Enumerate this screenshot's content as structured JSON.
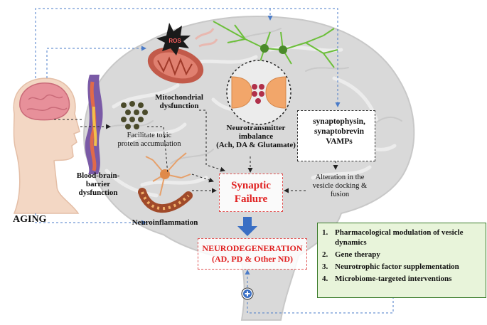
{
  "labels": {
    "aging": "AGING",
    "ros": "ROS",
    "mito_line1": "Mitochondrial",
    "mito_line2": "dysfunction",
    "toxic_line1": "Facilitate toxic",
    "toxic_line2": "protein accumulation",
    "bbb_line1": "Blood-brain-",
    "bbb_line2": "barrier",
    "bbb_line3": "dysfunction",
    "neuroinflammation": "Neuroinflammation",
    "nt_line1": "Neurotransmitter",
    "nt_line2": "imbalance",
    "nt_line3": "(Ach, DA & Glutamate)",
    "syn_line1": "synaptophysin,",
    "syn_line2": "synaptobrevin",
    "syn_line3": "VAMPs",
    "alt_line1": "Alteration in the",
    "alt_line2": "vesicle docking &",
    "alt_line3": "fusion",
    "synaptic_line1": "Synaptic",
    "synaptic_line2": "Failure",
    "neurodeg_line1": "NEURODEGENERATION",
    "neurodeg_line2": "(AD, PD & Other ND)"
  },
  "interventions": [
    {
      "num": "1.",
      "text": "Pharmacological modulation of vesicle dynamics"
    },
    {
      "num": "2.",
      "text": "Gene therapy"
    },
    {
      "num": "3.",
      "text": "Neurotrophic factor supplementation"
    },
    {
      "num": "4.",
      "text": "Microbiome-targeted interventions"
    }
  ],
  "icons": [
    "head-profile-icon",
    "brain-icon",
    "mitochondria-icon",
    "neuron-icon",
    "synapse-icon",
    "blood-vessel-icon",
    "protein-aggregate-icon",
    "microglia-icon",
    "plus-icon",
    "down-arrow-icon"
  ],
  "colors": {
    "red_text": "#e02020",
    "green_box": "#e8f4da",
    "blue_arrow": "#3a6fc4",
    "dashed_blue": "#4a7bc8"
  }
}
